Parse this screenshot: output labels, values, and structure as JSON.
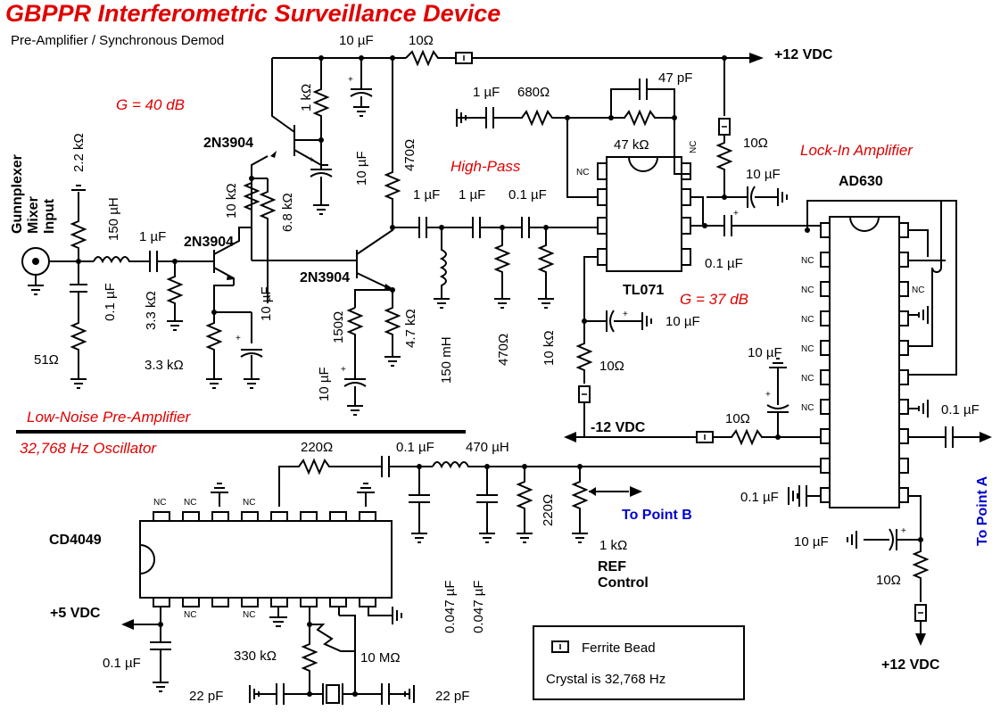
{
  "title": "GBPPR Interferometric Surveillance Device",
  "subtitle": "Pre-Amplifier / Synchronous Demod",
  "notes": {
    "gain1": "G = 40 dB",
    "gain2": "G = 37 dB",
    "highpass": "High-Pass",
    "lockin": "Lock-In Amplifier",
    "lownoise": "Low-Noise Pre-Amplifier",
    "oscillator": "32,768 Hz Oscillator"
  },
  "rails": {
    "pos12_top": "+12 VDC",
    "neg12": "-12 VDC",
    "pos5": "+5 VDC",
    "pos12_bottom": "+12 VDC"
  },
  "input_label": [
    "Gunnplexer",
    "Mixer",
    "Input"
  ],
  "parts": {
    "q1": "2N3904",
    "q2": "2N3904",
    "q3": "2N3904",
    "tl071": "TL071",
    "ad630": "AD630",
    "cd4049": "CD4049",
    "nc": "NC",
    "r_2k2": "2.2 kΩ",
    "l_150u": "150 µH",
    "c_in": "1 µF",
    "c_01a": "0.1 µF",
    "r_51": "51Ω",
    "r_3k3a": "3.3 kΩ",
    "r_3k3b": "3.3 kΩ",
    "r_10k": "10 kΩ",
    "r_6k8": "6.8 kΩ",
    "c_10ua": "10 µF",
    "r_1k": "1 kΩ",
    "c_10ub": "10 µF",
    "c_10uc": "10 µF",
    "r_470a": "470Ω",
    "r_150": "150Ω",
    "c_10ud": "10 µF",
    "r_4k7": "4.7 kΩ",
    "c_top10u": "10 µF",
    "r_top10": "10Ω",
    "c_hp1": "1 µF",
    "c_hp2": "1 µF",
    "c_hp3": "0.1 µF",
    "l_150m": "150 mH",
    "r_470b": "470Ω",
    "r_10kb": "10 kΩ",
    "c_fb1": "1 µF",
    "r_680": "680Ω",
    "c_47p": "47 pF",
    "r_47k": "47 kΩ",
    "r_10c": "10Ω",
    "c_10ue": "10 µF",
    "c_01b": "0.1 µF",
    "c_10uf": "10 µF",
    "r_10d": "10Ω",
    "c_10ug": "10 µF",
    "r_10e": "10Ω",
    "c_01c": "0.1 µF",
    "c_01d": "0.1 µF",
    "c_10uh": "10 µF",
    "r_10f": "10Ω",
    "r_220a": "220Ω",
    "c_01e": "0.1 µF",
    "l_470u": "470 µH",
    "c_047a": "0.047 µF",
    "c_047b": "0.047 µF",
    "r_220b": "220Ω",
    "pot_1k": "1 kΩ",
    "c_01f": "0.1 µF",
    "r_330k": "330 kΩ",
    "r_10m": "10 MΩ",
    "c_22pa": "22 pF",
    "c_22pb": "22 pF"
  },
  "outputs": {
    "point_b": "To Point B",
    "point_a": "To Point A",
    "ref1": "REF",
    "ref2": "Control"
  },
  "legend": {
    "ferrite": "Ferrite Bead",
    "crystal": "Crystal is 32,768 Hz"
  }
}
